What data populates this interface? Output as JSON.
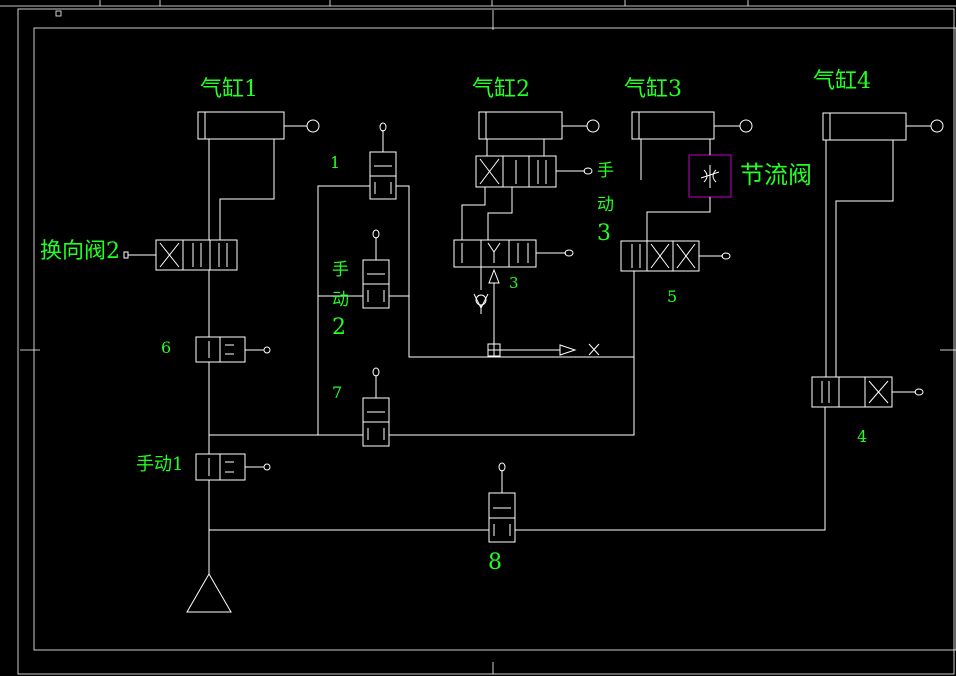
{
  "colors": {
    "background": "#000000",
    "lines": "#ffffff",
    "labels": "#22ff22",
    "highlight": "#c000c0"
  },
  "labels": {
    "cyl1": "气缸1",
    "cyl2": "气缸2",
    "cyl3": "气缸3",
    "cyl4": "气缸4",
    "dirvalve2": "换向阀2",
    "throttle": "节流阀",
    "n1": "1",
    "n3": "3",
    "n4": "4",
    "n5": "5",
    "n6": "6",
    "n7": "7",
    "n8": "8",
    "manual1": "手动1",
    "manual2_a": "手",
    "manual2_b": "动",
    "manual2_c": "2",
    "manual3_a": "手",
    "manual3_b": "动",
    "manual3_c": "3"
  }
}
